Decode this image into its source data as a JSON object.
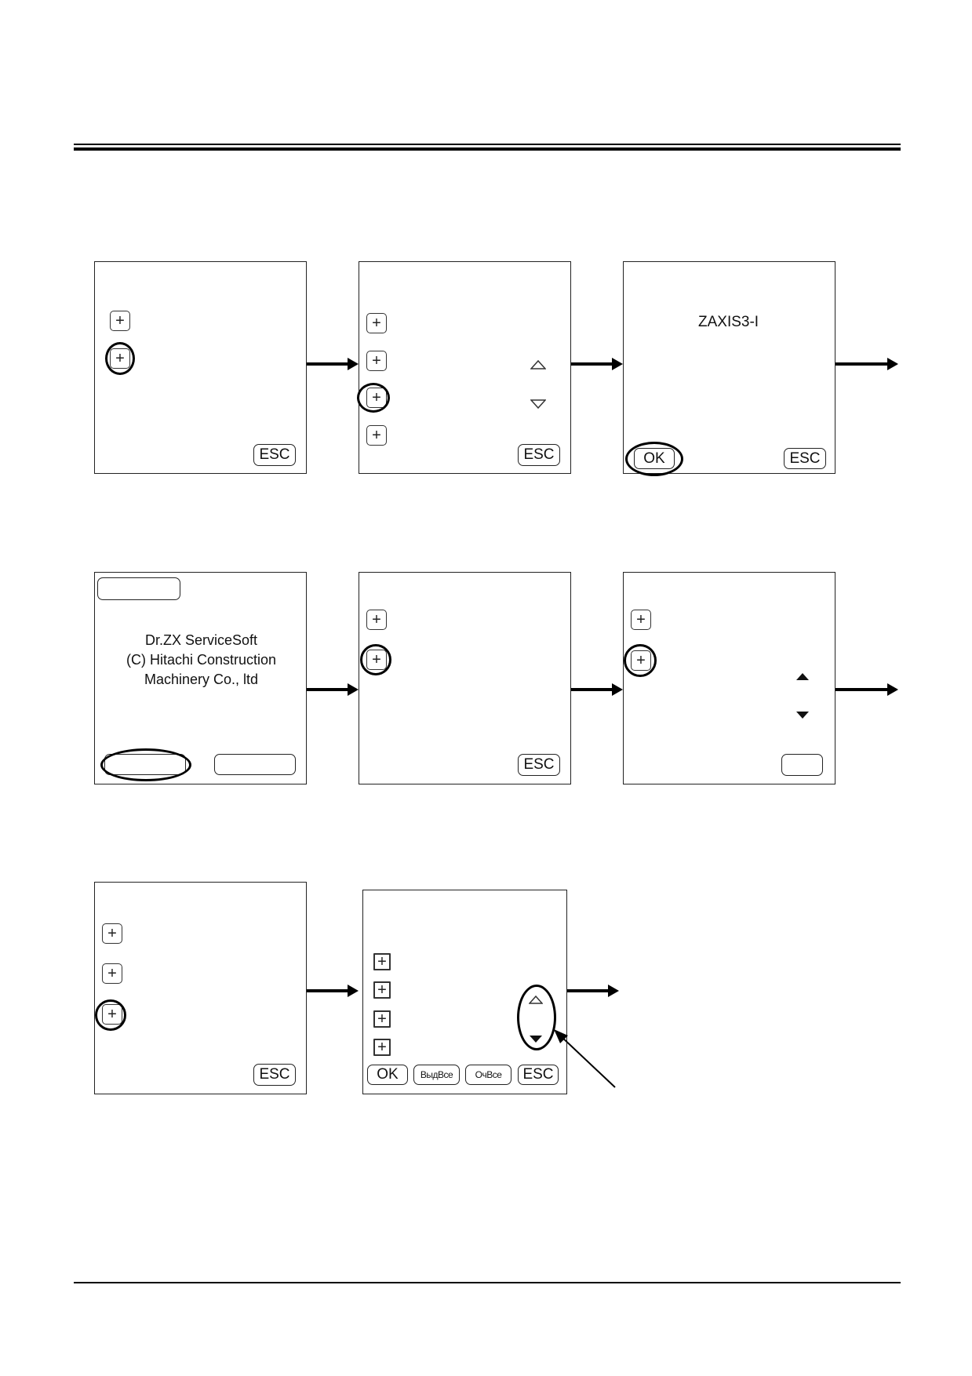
{
  "screens": {
    "s1": {
      "esc": "ESC"
    },
    "s2": {
      "esc": "ESC"
    },
    "s3": {
      "model": "ZAXIS3-I",
      "ok": "OK",
      "esc": "ESC"
    },
    "s4": {
      "line1": "Dr.ZX ServiceSoft",
      "line2": "(C) Hitachi Construction",
      "line3": "Machinery Co., ltd"
    },
    "s5": {
      "esc": "ESC"
    },
    "s6": {},
    "s7": {
      "esc": "ESC"
    },
    "s8": {
      "ok": "OK",
      "select_all": "ВыдВсе",
      "clear_all": "ОчВсе",
      "esc": "ESC"
    }
  },
  "icons": {
    "plus": "plus-icon",
    "triangle_up_outline": "triangle-up-outline-icon",
    "triangle_down_outline": "triangle-down-outline-icon",
    "triangle_up_filled": "triangle-up-filled-icon",
    "triangle_down_filled": "triangle-down-filled-icon",
    "flow_arrow": "arrow-right-icon",
    "pointer_arrow": "pointer-arrow-icon"
  }
}
